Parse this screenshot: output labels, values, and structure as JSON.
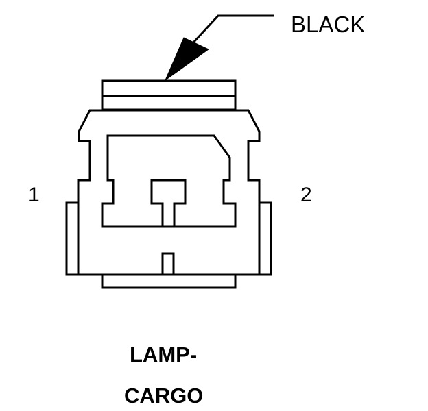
{
  "connector": {
    "color_label": "BLACK",
    "pin_labels": [
      "1",
      "2"
    ],
    "title_lines": [
      "LAMP-",
      "CARGO"
    ]
  },
  "colors": {
    "line": "#000000",
    "background": "#ffffff"
  }
}
